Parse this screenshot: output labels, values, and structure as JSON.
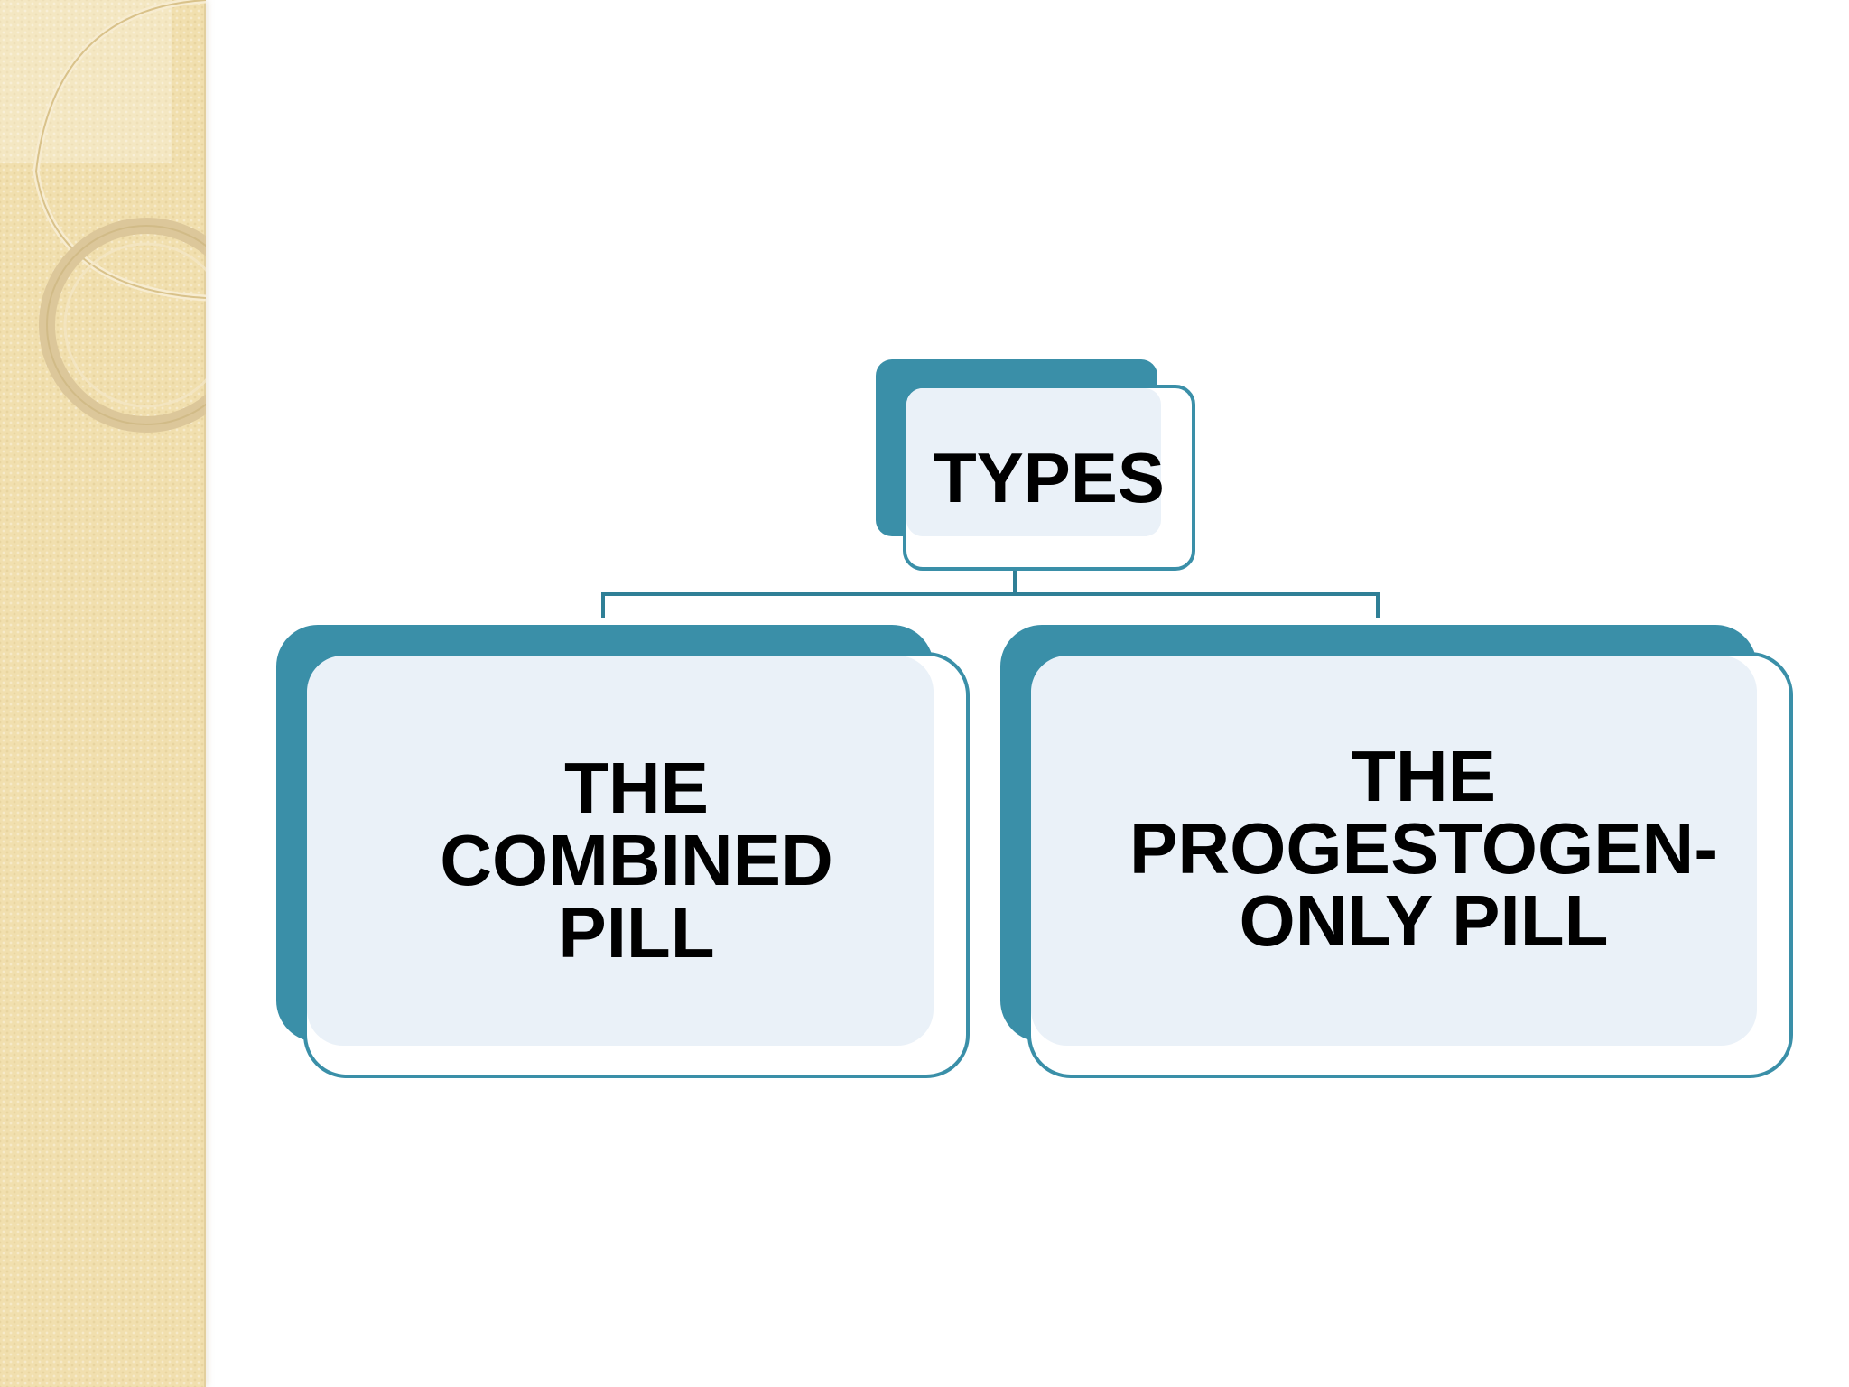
{
  "diagram": {
    "root": {
      "label": "TYPES"
    },
    "children": [
      {
        "label": "THE COMBINED PILL"
      },
      {
        "label": "THE PROGESTOGEN-ONLY PILL"
      }
    ]
  },
  "colors": {
    "box_accent": "#3a8fa8",
    "box_fill": "#eaf1f8",
    "connector": "#2f7f96",
    "side_strip": "#f1dfae"
  }
}
